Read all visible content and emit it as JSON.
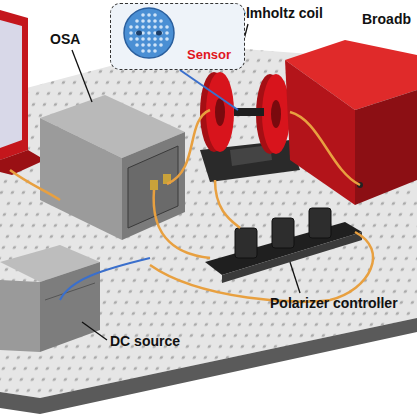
{
  "diagram": {
    "nodes": [
      {
        "text": [
          "Sensor"
        ]
      }
    ],
    "labels": [
      "Helmholtz coil",
      "Broadb",
      "OSA",
      "Polarizer controller",
      "DC source"
    ]
  }
}
